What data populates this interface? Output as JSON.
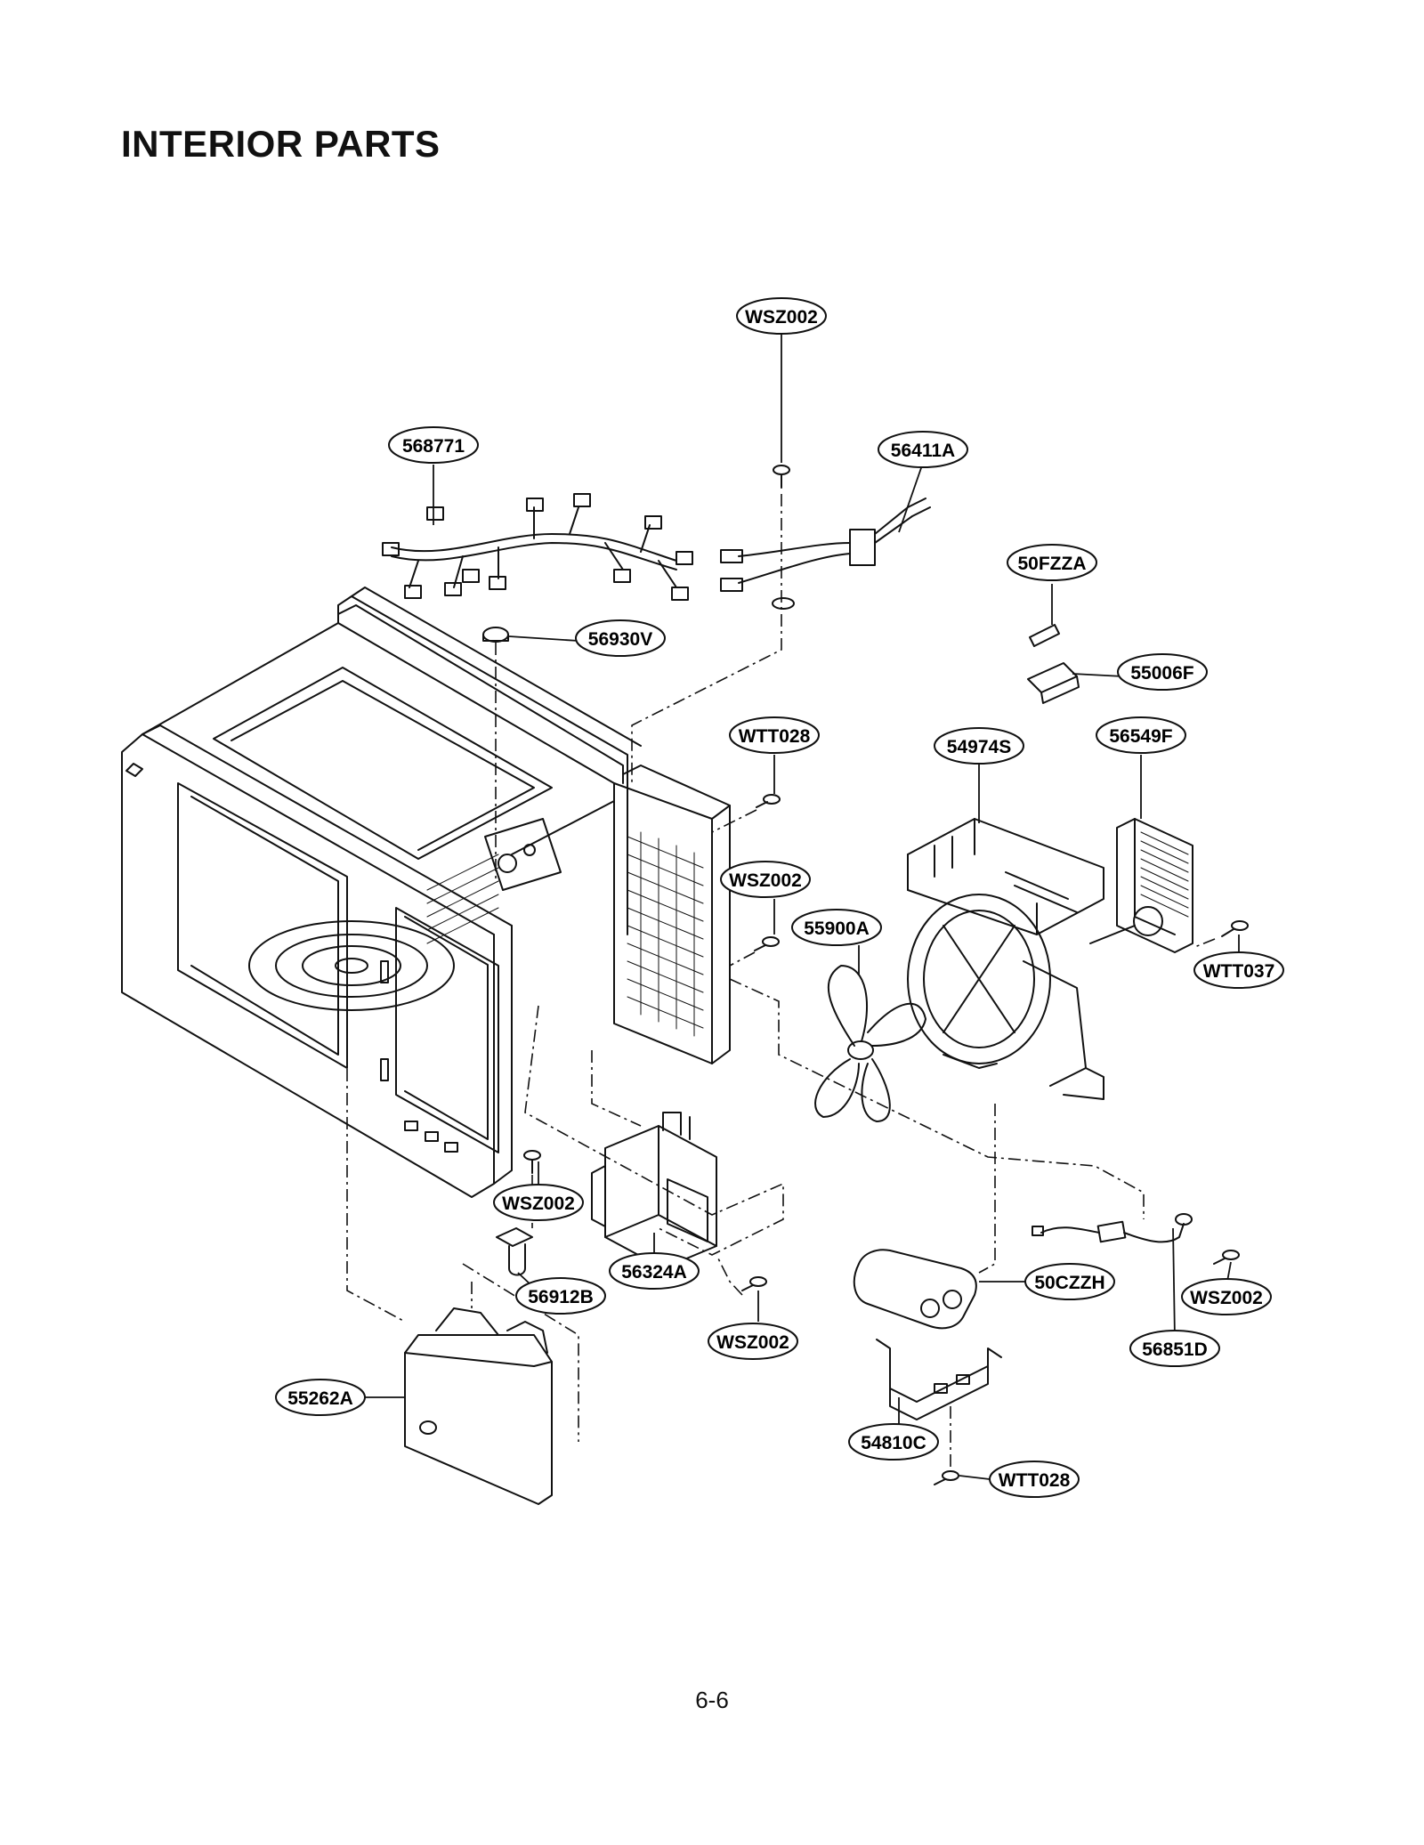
{
  "page": {
    "title": "INTERIOR PARTS",
    "page_number": "6-6"
  },
  "parts": [
    {
      "id": "wsz002_top",
      "label": "WSZ002"
    },
    {
      "id": "p568771",
      "label": "568771"
    },
    {
      "id": "p56411A",
      "label": "56411A"
    },
    {
      "id": "p50FZZA",
      "label": "50FZZA"
    },
    {
      "id": "p56930V",
      "label": "56930V"
    },
    {
      "id": "p55006F",
      "label": "55006F"
    },
    {
      "id": "wtt028_top",
      "label": "WTT028"
    },
    {
      "id": "p54974S",
      "label": "54974S"
    },
    {
      "id": "p56549F",
      "label": "56549F"
    },
    {
      "id": "wsz002_mid",
      "label": "WSZ002"
    },
    {
      "id": "p55900A",
      "label": "55900A"
    },
    {
      "id": "wtt037",
      "label": "WTT037"
    },
    {
      "id": "wsz002_left",
      "label": "WSZ002"
    },
    {
      "id": "p56324A",
      "label": "56324A"
    },
    {
      "id": "p56912B",
      "label": "56912B"
    },
    {
      "id": "wsz002_bot",
      "label": "WSZ002"
    },
    {
      "id": "p50CZZH",
      "label": "50CZZH"
    },
    {
      "id": "wsz002_right",
      "label": "WSZ002"
    },
    {
      "id": "p56851D",
      "label": "56851D"
    },
    {
      "id": "p55262A",
      "label": "55262A"
    },
    {
      "id": "p54810C",
      "label": "54810C"
    },
    {
      "id": "wtt028_bot",
      "label": "WTT028"
    }
  ]
}
